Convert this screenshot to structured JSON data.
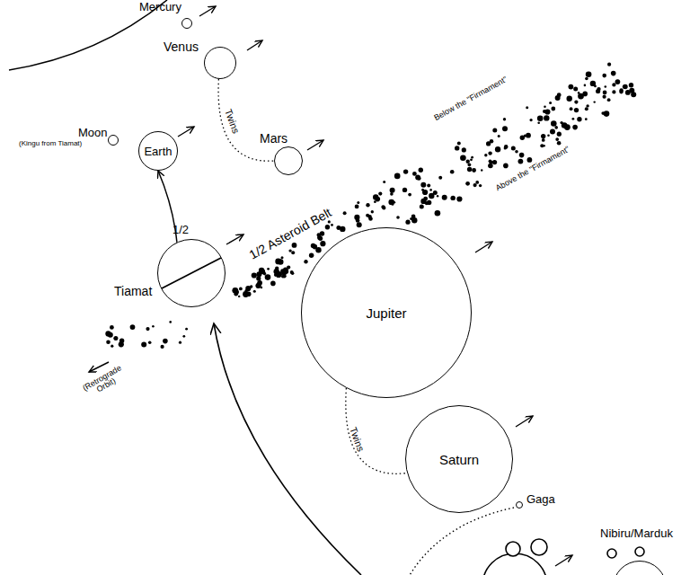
{
  "diagram": {
    "nodes": [
      {
        "text": [
          "Mercury"
        ]
      },
      {
        "text": [
          "Venus"
        ]
      },
      {
        "text": [
          "Moon",
          "(Kingu from Tiamat)"
        ]
      },
      {
        "text": [
          "Earth"
        ]
      },
      {
        "text": [
          "Mars"
        ]
      },
      {
        "text": [
          "Tiamat"
        ]
      },
      {
        "text": [
          "Jupiter"
        ]
      },
      {
        "text": [
          "Saturn"
        ]
      },
      {
        "text": [
          "Gaga"
        ]
      },
      {
        "text": [
          "Nibiru/Marduk"
        ]
      }
    ],
    "edges": [
      {
        "from": 5,
        "to": 3,
        "arrow": "to",
        "label": "1/2"
      },
      {
        "from": 1,
        "to": 4,
        "arrow": "none",
        "label": "Twins"
      },
      {
        "from": 6,
        "to": 7,
        "arrow": "none",
        "label": "Twins"
      }
    ],
    "labels": [
      "1/2 Asteroid Belt",
      "Below the \"Firmament\"",
      "Above the \"Firmament\"",
      "(Retrograde Orbit)"
    ]
  }
}
